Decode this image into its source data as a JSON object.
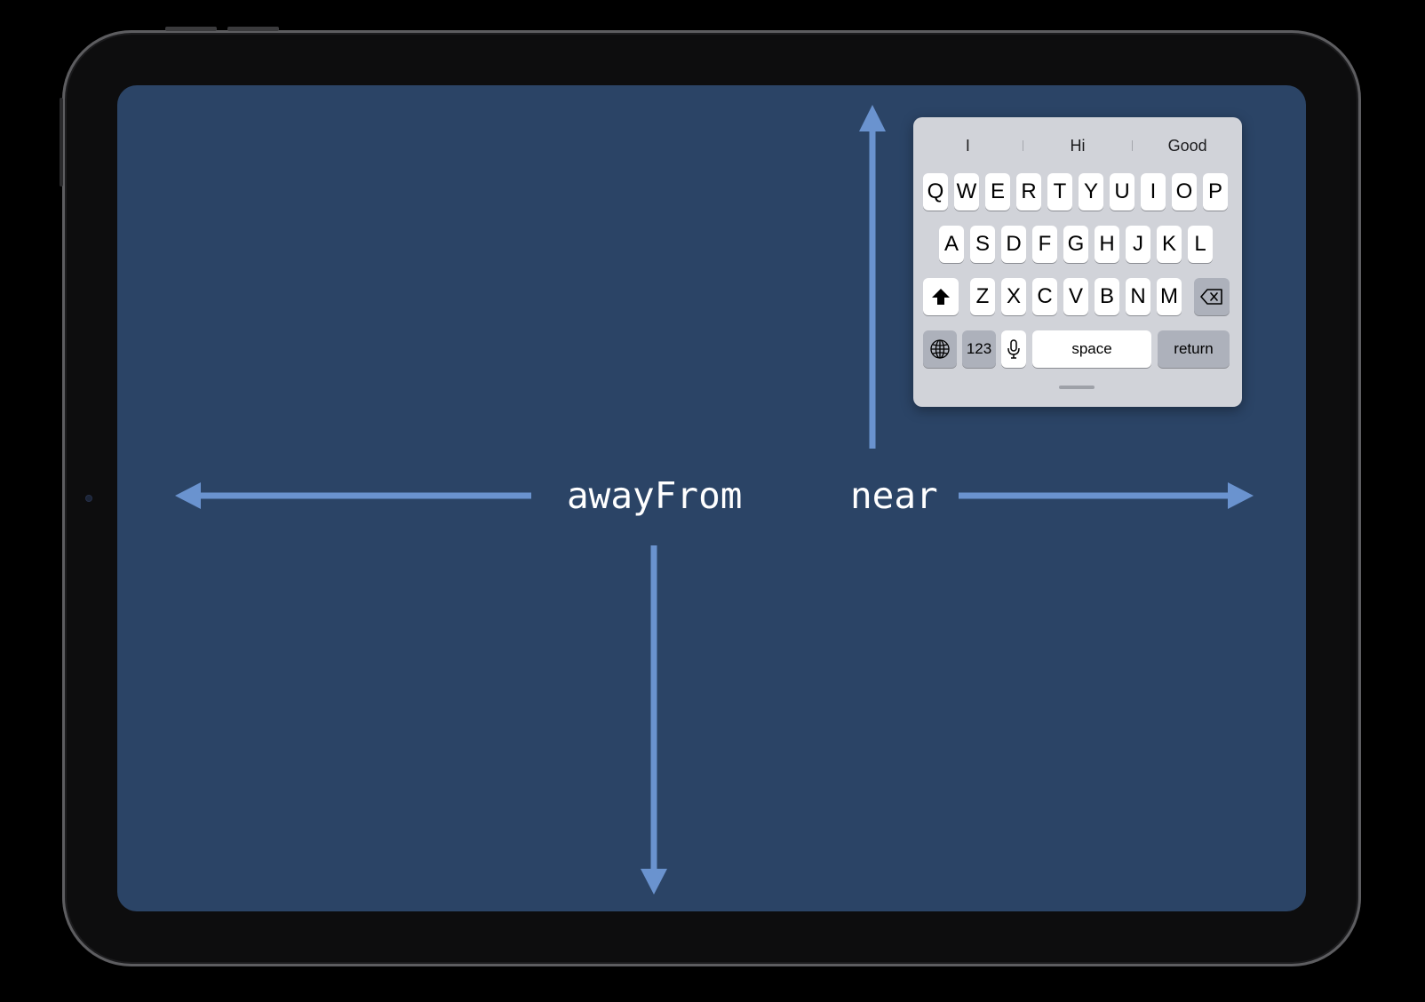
{
  "labels": {
    "away": "awayFrom",
    "near": "near"
  },
  "colors": {
    "screen": "#2b4466",
    "arrow": "#6a93cf",
    "keyboard": "#d1d3d9"
  },
  "keyboard": {
    "suggestions": [
      "I",
      "Hi",
      "Good"
    ],
    "row1": [
      "Q",
      "W",
      "E",
      "R",
      "T",
      "Y",
      "U",
      "I",
      "O",
      "P"
    ],
    "row2": [
      "A",
      "S",
      "D",
      "F",
      "G",
      "H",
      "J",
      "K",
      "L"
    ],
    "row3": [
      "Z",
      "X",
      "C",
      "V",
      "B",
      "N",
      "M"
    ],
    "numbers_label": "123",
    "space_label": "space",
    "return_label": "return",
    "icons": {
      "shift": "shift-icon",
      "delete": "delete-icon",
      "globe": "globe-icon",
      "mic": "mic-icon"
    }
  }
}
